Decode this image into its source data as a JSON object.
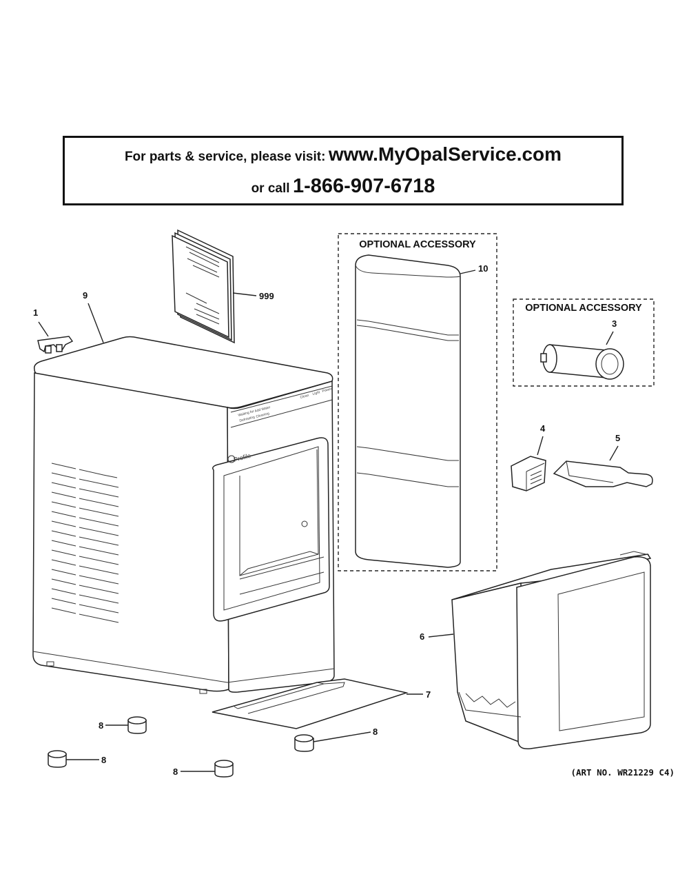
{
  "service": {
    "line1_prefix": "For parts & service, please visit:",
    "line1_url": "www.MyOpalService.com",
    "line2_prefix": "or call",
    "line2_phone": "1-866-907-6718"
  },
  "accessory_boxes": [
    {
      "title": "OPTIONAL ACCESSORY"
    },
    {
      "title": "OPTIONAL ACCESSORY"
    }
  ],
  "callouts": {
    "c1": "1",
    "c9": "9",
    "c999": "999",
    "c10": "10",
    "c3": "3",
    "c4": "4",
    "c5": "5",
    "c6": "6",
    "c7": "7",
    "c8a": "8",
    "c8b": "8",
    "c8c": "8",
    "c8d": "8"
  },
  "panel_text": {
    "brand": "Profile",
    "clean": "Clean",
    "light": "Light",
    "power": "Power",
    "waiting": "Waiting for",
    "add_water": "Add Water",
    "defrosting": "Defrosting",
    "cleaning": "Cleaning"
  },
  "art_number": "(ART NO. WR21229 C4)"
}
